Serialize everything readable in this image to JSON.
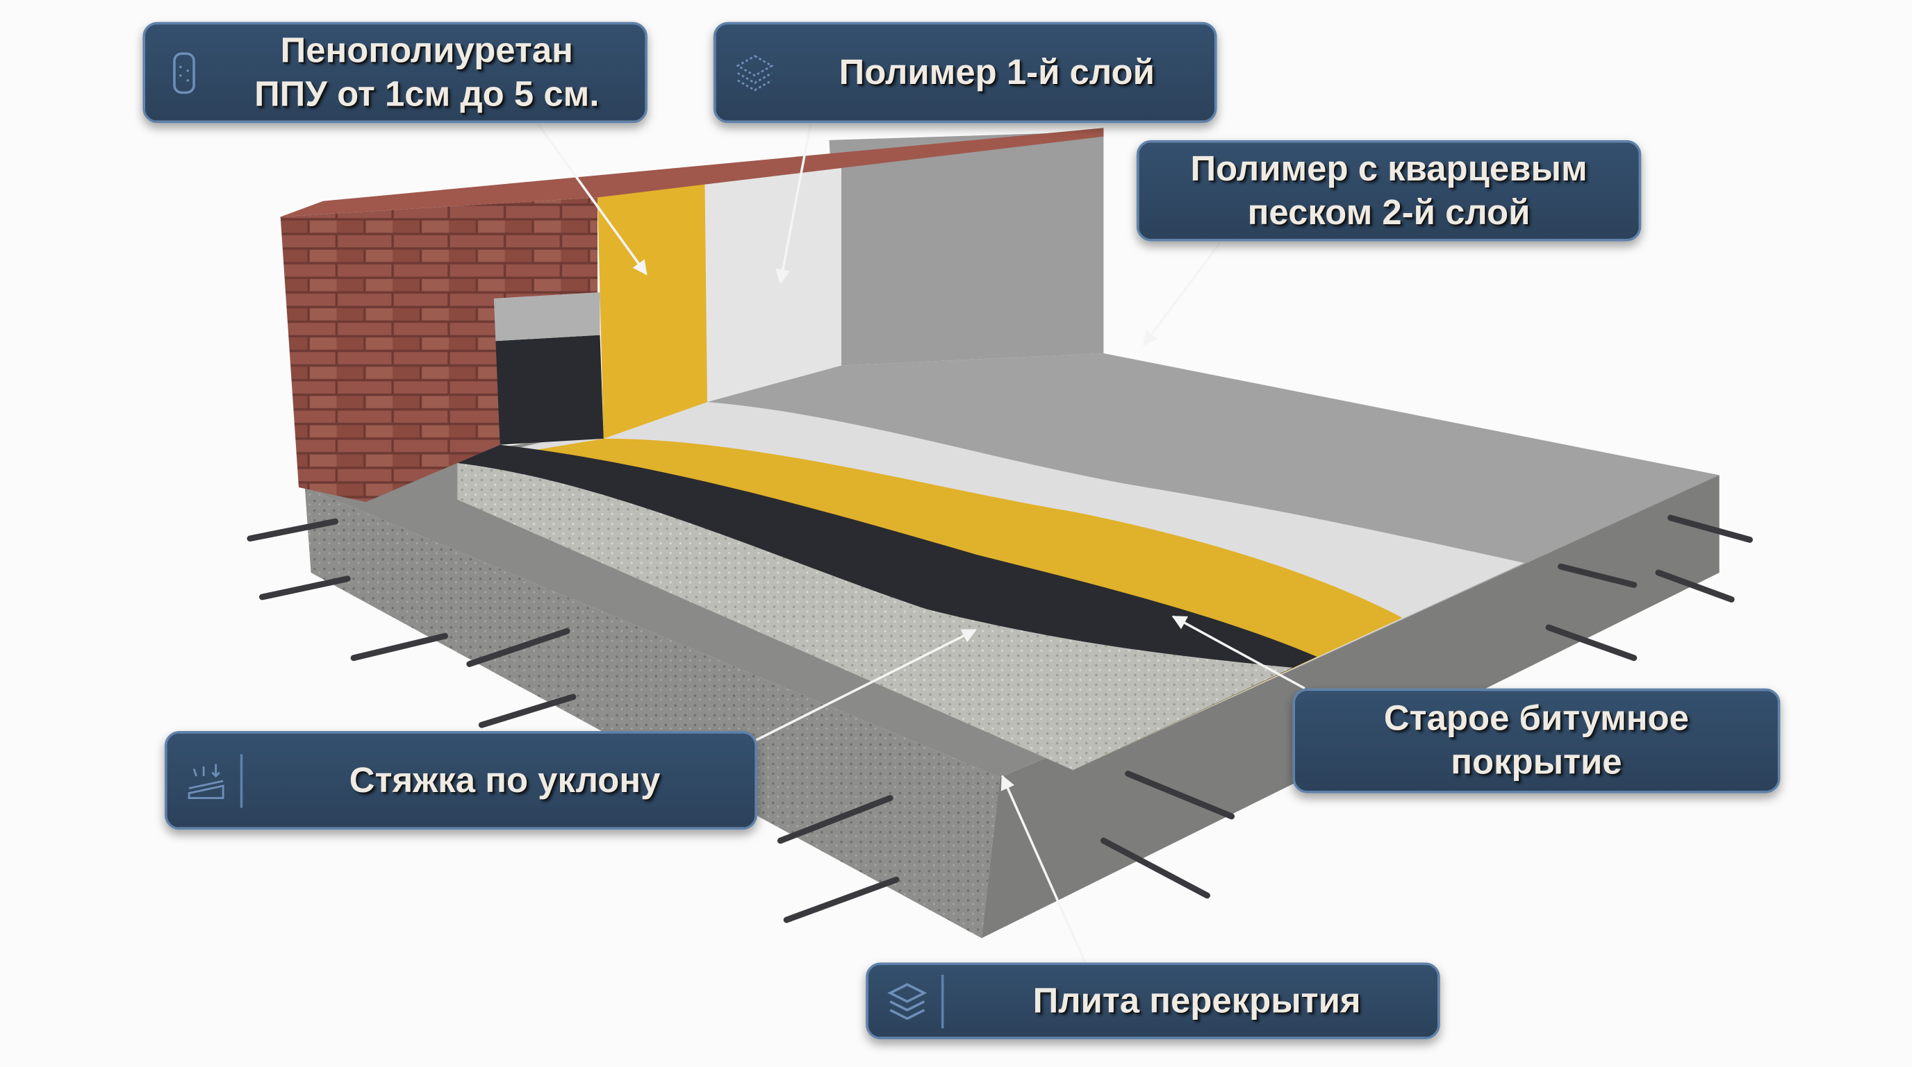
{
  "colors": {
    "label_bg": "#2f4661",
    "label_border": "#5f82aa",
    "label_text": "#efebe3",
    "brick": "#8a4a40",
    "foam_yellow": "#e0b12a",
    "bitumen": "#2a2b30",
    "polymer_white": "#dcdcdc",
    "polymer_gray": "#9a9a9a",
    "concrete": "#8e8e8c",
    "screed": "#bdbdb8"
  },
  "labels": {
    "ppu": {
      "lines": [
        "Пенополиуретан",
        "ППУ от 1см до 5 см."
      ],
      "icon": "foam-cylinder-icon"
    },
    "polymer1": {
      "lines": [
        "Полимер 1-й слой"
      ],
      "icon": "layers-icon"
    },
    "polymer2": {
      "lines": [
        "Полимер с кварцевым",
        "песком 2-й слой"
      ]
    },
    "screed": {
      "lines": [
        "Стяжка по уклону"
      ],
      "icon": "slope-screed-icon"
    },
    "bitumen": {
      "lines": [
        "Старое битумное",
        "покрытие"
      ]
    },
    "slab": {
      "lines": [
        "Плита перекрытия"
      ],
      "icon": "stack-layers-icon"
    }
  }
}
